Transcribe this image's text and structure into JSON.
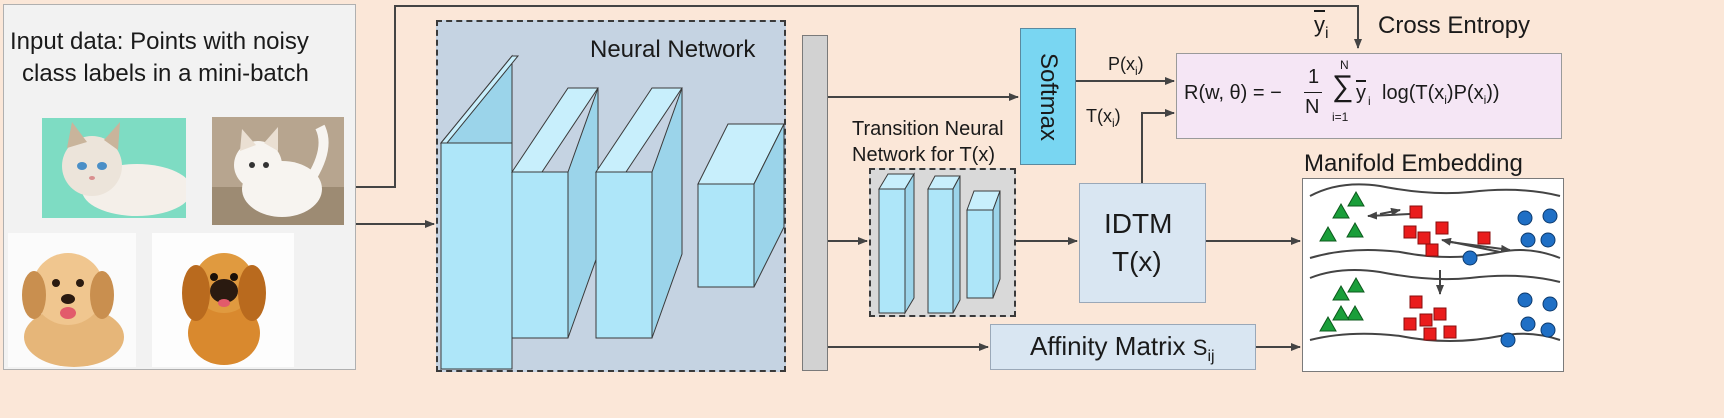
{
  "input_panel": {
    "line1": "Input data: Points with noisy",
    "line2": "class labels in a mini-batch",
    "images": [
      "cat-white-lying",
      "kitten-white",
      "puppy-golden",
      "pekingese-dog"
    ]
  },
  "neural_network": {
    "title": "Neural Network"
  },
  "softmax": {
    "label": "Softmax"
  },
  "transition": {
    "line1": "Transition Neural",
    "line2": "Network for T(x)"
  },
  "idtm": {
    "line1": "IDTM",
    "line2": "T(x)"
  },
  "affinity": {
    "label": "Affinity Matrix",
    "subscript": "S",
    "sub_index": "ij"
  },
  "cross_entropy": {
    "title": "Cross Entropy",
    "ybar": "y",
    "ybar_index": "i",
    "formula_lhs": "R(w, θ) = −",
    "frac_num": "1",
    "frac_den": "N",
    "sum_top": "N",
    "sum_bottom": "i=1",
    "formula_rhs": "log(T(x",
    "formula_end": ")P(x",
    "formula_close": "))"
  },
  "edge_labels": {
    "p": "P(x",
    "t": "T(x",
    "index": "i",
    "close": ")"
  },
  "manifold": {
    "title": "Manifold Embedding"
  },
  "colors": {
    "background": "#fbe7d8",
    "panel": "#f2f2f2",
    "network_bg": "#c5d3e2",
    "layer_face": "#aee6f9",
    "layer_side": "#9bd4ea",
    "softmax": "#79d6f2",
    "cross_entropy_bg": "#f5e6f5",
    "idtm_bg": "#d9e6f2",
    "affinity_bg": "#d9e6f2",
    "triangle": "#1a9e3a",
    "square": "#ea1c1c",
    "circle": "#1f6fc5"
  }
}
